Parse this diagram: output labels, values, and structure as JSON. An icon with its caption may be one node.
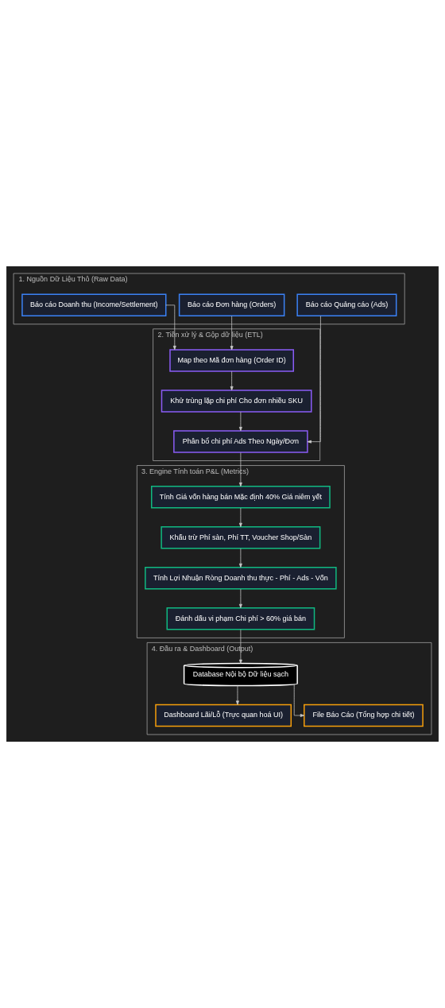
{
  "diagram": {
    "nodes": [
      {
        "text": [
          "1. Nguồn Dữ Liệu Thô (Raw Data)"
        ]
      },
      {
        "text": [
          "Báo cáo Quảng cáo (Ads)"
        ],
        "in": 0
      },
      {
        "text": [
          "Báo cáo Đơn hàng (Orders)"
        ],
        "in": 0
      },
      {
        "text": [
          "Báo cáo Doanh thu (Income/Settlement)"
        ],
        "in": 0
      },
      {
        "text": [
          "2. Tiền xử lý & Gộp dữ liệu (ETL)"
        ]
      },
      {
        "text": [
          "Map theo Mã đơn hàng (Order ID)"
        ],
        "in": 4
      },
      {
        "text": [
          "Khử trùng lặp chi phí Cho đơn nhiều SKU"
        ],
        "in": 4
      },
      {
        "text": [
          "Phân bổ chi phí Ads Theo Ngày/Đơn"
        ],
        "in": 4
      },
      {
        "text": [
          "3. Engine Tính toán P&L (Metrics)"
        ]
      },
      {
        "text": [
          "Tính Giá vốn hàng bán Mặc định 40% Giá niêm yết"
        ],
        "in": 8
      },
      {
        "text": [
          "Khấu trừ Phí sàn, Phí TT, Voucher Shop/Sàn"
        ],
        "in": 8
      },
      {
        "text": [
          "Tính Lợi Nhuận Ròng Doanh thu thực - Phí - Ads - Vốn"
        ],
        "in": 8
      },
      {
        "text": [
          "Đánh dấu vi phạm Chi phí > 60% giá bán"
        ],
        "in": 8
      },
      {
        "text": [
          "4. Đầu ra & Dashboard (Output)"
        ]
      },
      {
        "text": [
          "Database Nội bộ Dữ liệu sạch"
        ],
        "in": 13
      },
      {
        "text": [
          "Dashboard Lãi/Lỗ (Trực quan hoá UI)"
        ],
        "in": 13
      },
      {
        "text": [
          "File Báo Cáo (Tổng hợp chi tiết)"
        ],
        "in": 13
      }
    ],
    "edges": [
      {
        "from": 2,
        "to": 5,
        "arrow": "to"
      },
      {
        "from": 3,
        "to": 5,
        "arrow": "to"
      },
      {
        "from": 5,
        "to": 6,
        "arrow": "to"
      },
      {
        "from": 1,
        "to": 7,
        "arrow": "to"
      },
      {
        "from": 6,
        "to": 7,
        "arrow": "to"
      },
      {
        "from": 7,
        "to": 9,
        "arrow": "to"
      },
      {
        "from": 9,
        "to": 10,
        "arrow": "to"
      },
      {
        "from": 10,
        "to": 11,
        "arrow": "to"
      },
      {
        "from": 11,
        "to": 12,
        "arrow": "to"
      },
      {
        "from": 12,
        "to": 14,
        "arrow": "to"
      },
      {
        "from": 14,
        "to": 15,
        "arrow": "to"
      },
      {
        "from": 14,
        "to": 16,
        "arrow": "to"
      }
    ]
  }
}
